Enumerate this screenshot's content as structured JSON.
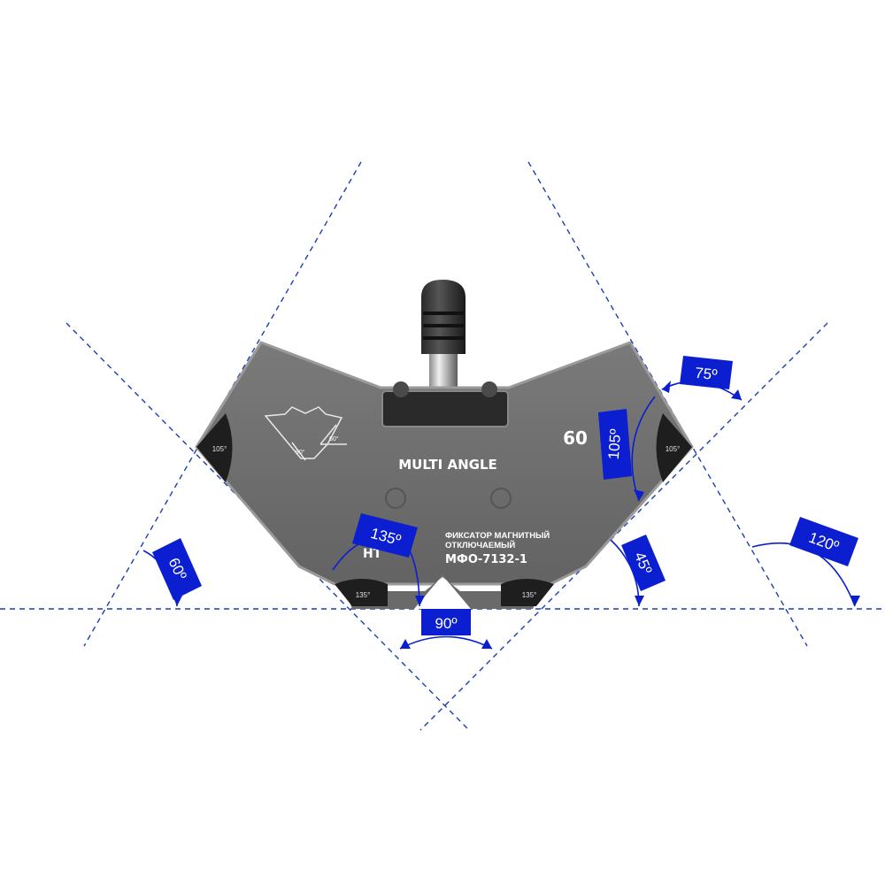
{
  "product": {
    "name": "MULTI ANGLE",
    "power": "60",
    "subtitle_line1": "ФИКСАТОР МАГНИТНЫЙ",
    "subtitle_line2": "ОТКЛЮЧАЕМЫЙ",
    "model": "МФО-7132-1",
    "logo_letters": "HT",
    "corner_angles": {
      "left": "105°",
      "right": "105°",
      "bottom_left": "135°",
      "bottom_right": "135°"
    },
    "logo_angles": {
      "small_a": "60°",
      "small_b": "90°"
    }
  },
  "angle_badges": {
    "a75": "75º",
    "a105": "105º",
    "a135": "135º",
    "a60": "60º",
    "a45": "45º",
    "a120": "120º",
    "a90": "90º"
  },
  "colors": {
    "badge": "#0b1fd1",
    "guide": "#1a3fb0",
    "body": "#6f6f6f",
    "body_edge": "#9a9a9a",
    "corner": "#1e1e1e"
  }
}
